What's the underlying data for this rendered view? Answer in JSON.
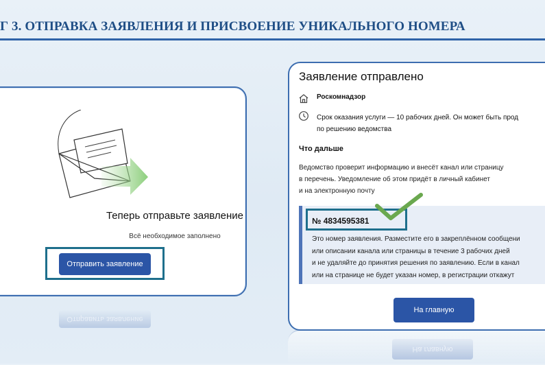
{
  "slide": {
    "title": "Г 3. ОТПРАВКА ЗАЯВЛЕНИЯ И ПРИСВОЕНИЕ УНИКАЛЬНОГО НОМЕРА"
  },
  "left_panel": {
    "heading": "Теперь отправьте заявление",
    "subtitle": "Всё необходимое заполнено",
    "send_button": "Отправить заявление",
    "icon": "envelope-send-icon"
  },
  "right_panel": {
    "title": "Заявление отправлено",
    "agency": "Роскомнадзор",
    "agency_icon": "home-icon",
    "term_icon": "clock-icon",
    "term_line1": "Срок оказания услуги — 10 рабочих дней. Он может быть прод",
    "term_line2": "по решению ведомства",
    "next_heading": "Что дальше",
    "next_lines": [
      "Ведомство проверит информацию и внесёт канал или страницу",
      "в перечень. Уведомление об этом придёт в личный кабинет",
      "и на электронную почту"
    ],
    "application_number": "№ 4834595381",
    "check_icon": "checkmark-icon",
    "description_lines": [
      "Это номер заявления. Разместите его в закреплённом сообщени",
      "или описании канала или страницы в течение 3 рабочих дней",
      "и не удаляйте до принятия решения по заявлению. Если в канал",
      "или на странице не будет указан номер, в регистрации откажут"
    ],
    "home_button": "На главную"
  },
  "colors": {
    "title": "#1f4e86",
    "button": "#2b55a6",
    "highlight_frame": "#1e6f8c",
    "checkmark": "#6aa84f"
  }
}
